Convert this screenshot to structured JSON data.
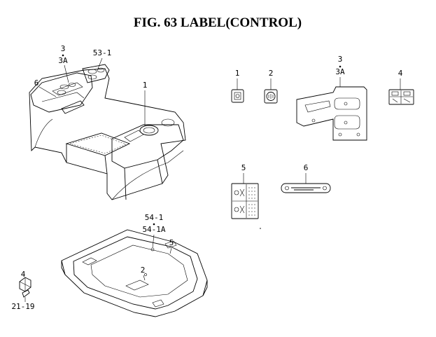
{
  "figure": {
    "title": "FIG. 63  LABEL(CONTROL)"
  },
  "callouts": {
    "console_3": "3",
    "console_3a": "3A",
    "console_53_1": "53-1",
    "console_6": "6",
    "console_1": "1",
    "label_1": "1",
    "label_2": "2",
    "label_3": "3",
    "label_3a": "3A",
    "label_4": "4",
    "label_5": "5",
    "label_6": "6",
    "mat_54_1": "54-1",
    "mat_54_1a": "54-1A",
    "mat_5": "5",
    "mat_2": "2",
    "clip_4": "4",
    "clip_21_19": "21-19"
  }
}
